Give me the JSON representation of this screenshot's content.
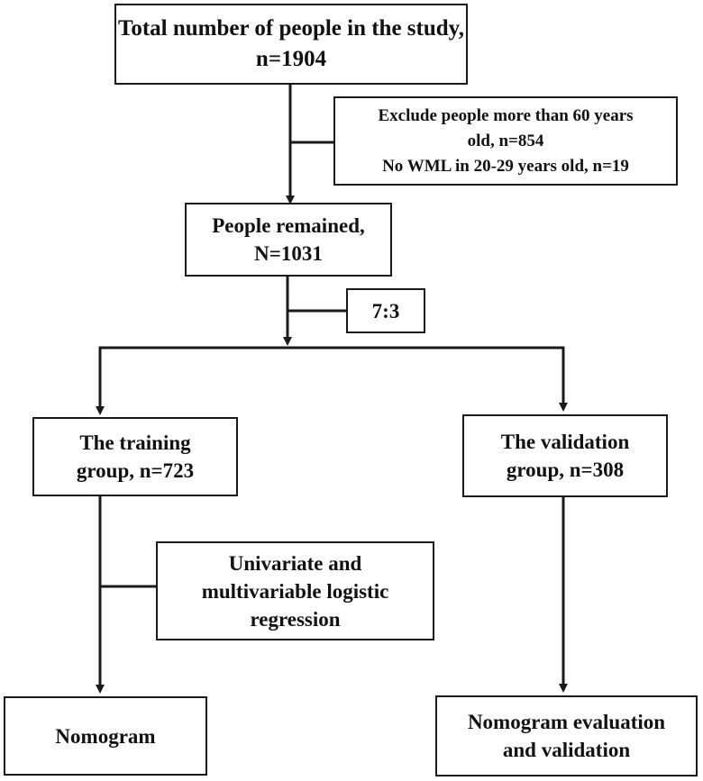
{
  "nodes": {
    "total": {
      "line1": "Total number of people in the study,",
      "line2": "n=1904"
    },
    "exclude": {
      "line1": "Exclude people more than 60 years",
      "line2": "old, n=854",
      "line3": "No WML in 20-29 years old, n=19"
    },
    "remained": {
      "line1": "People remained,",
      "line2": "N=1031"
    },
    "split": {
      "label": "7:3"
    },
    "training": {
      "line1": "The training",
      "line2": "group, n=723"
    },
    "validation": {
      "line1": "The validation",
      "line2": "group, n=308"
    },
    "regression": {
      "line1": "Univariate and",
      "line2": "multivariable logistic",
      "line3": "regression"
    },
    "nomogram": {
      "label": "Nomogram"
    },
    "evaluation": {
      "line1": "Nomogram evaluation",
      "line2": "and validation"
    }
  },
  "colors": {
    "line": "#1a1a1a",
    "box_border": "#1a1a1a"
  }
}
